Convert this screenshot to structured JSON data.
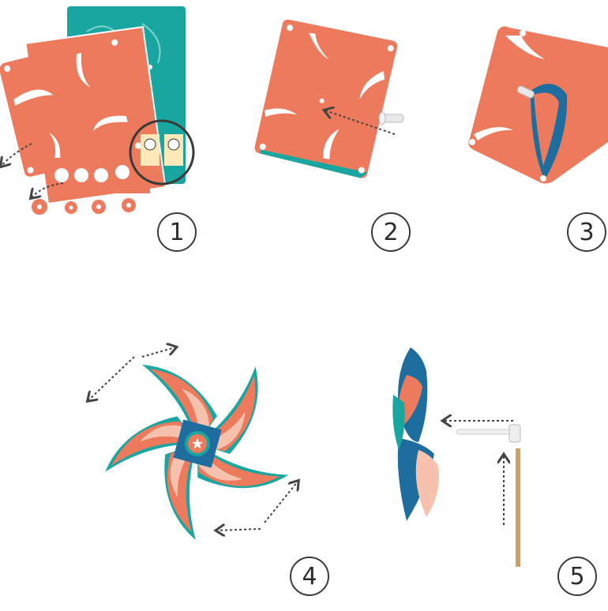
{
  "steps": [
    {
      "number": "1"
    },
    {
      "number": "2"
    },
    {
      "number": "3"
    },
    {
      "number": "4"
    },
    {
      "number": "5"
    }
  ],
  "colors": {
    "coral": "#ee7a5e",
    "teal": "#1aa6a0",
    "blue": "#1d6e9e",
    "peach": "#f6c2ae",
    "stick": "#c8a06a",
    "outline": "#3a3a3a"
  }
}
